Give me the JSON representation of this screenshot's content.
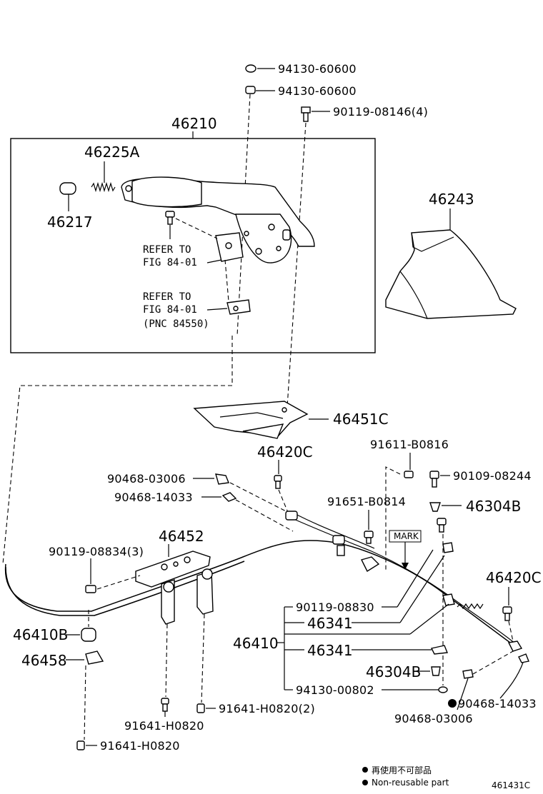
{
  "assembly_label": "46210",
  "labels": {
    "nut_top_1": "94130-60600",
    "nut_top_2": "94130-60600",
    "bolt_top": "90119-08146(4)",
    "spring": "46225A",
    "knob": "46217",
    "boot": "46243",
    "ref1_line1": "REFER TO",
    "ref1_line2": "FIG 84-01",
    "ref2_line1": "REFER TO",
    "ref2_line2": "FIG 84-01",
    "ref2_line3": "(PNC 84550)",
    "plate": "46451C",
    "clamp_left": "46420C",
    "clip_a": "90468-03006",
    "clip_b": "90468-14033",
    "bolt_r1": "91611-B0816",
    "bolt_r2": "90109-08244",
    "bolt_r3": "91651-B0814",
    "grommet_top": "46304B",
    "bracket": "46452",
    "bolt_l": "90119-08834(3)",
    "mark": "MARK",
    "clamp_right": "46420C",
    "bolt_cable": "90119-08830",
    "clamp_1": "46341",
    "cable_assy": "46410",
    "clamp_2": "46341",
    "grommet_bottom": "46304B",
    "nut_bottom": "94130-00802",
    "cushion": "46410B",
    "guide": "46458",
    "clip_c": "90468-14033",
    "clip_d": "90468-03006",
    "bolt_b1": "91641-H0820",
    "bolt_b2": "91641-H0820(2)",
    "bolt_b3": "91641-H0820",
    "legend_jp": "再使用不可部品",
    "legend_en": "Non-reusable part",
    "figure_id": "461431C"
  }
}
